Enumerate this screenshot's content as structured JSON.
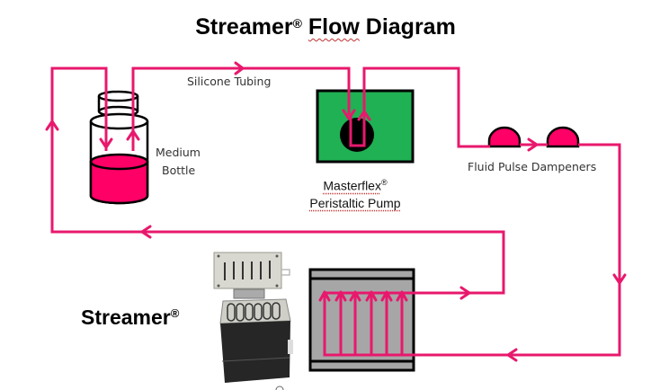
{
  "title": {
    "brand": "Streamer",
    "registered_mark": "®",
    "word_flow": "Flow",
    "word_diagram": "Diagram"
  },
  "labels": {
    "silicone_tubing": "Silicone Tubing",
    "medium_line1": "Medium",
    "medium_line2": "Bottle",
    "pump_line1": "Masterflex",
    "pump_mark": "®",
    "pump_line2": "Peristaltic Pump",
    "dampeners": "Fluid Pulse Dampeners",
    "streamer": "Streamer",
    "streamer_mark": "®"
  },
  "components": [
    {
      "id": "medium-bottle",
      "name": "Medium Bottle",
      "fill": "#ff0066"
    },
    {
      "id": "peristaltic-pump",
      "name": "Masterflex Peristaltic Pump",
      "fill": "#1fb153"
    },
    {
      "id": "pulse-dampener-1",
      "name": "Fluid Pulse Dampener",
      "fill": "#ff0066"
    },
    {
      "id": "pulse-dampener-2",
      "name": "Fluid Pulse Dampener",
      "fill": "#ff0066"
    },
    {
      "id": "streamer-chamber",
      "name": "Streamer flow chamber",
      "fill": "#a6a6a6"
    },
    {
      "id": "streamer-device",
      "name": "Streamer device photo"
    }
  ],
  "flow_path": [
    "Medium Bottle",
    "Masterflex Peristaltic Pump",
    "Fluid Pulse Dampeners",
    "Streamer flow chamber",
    "Medium Bottle"
  ],
  "colors": {
    "tubing": "#e8186d",
    "medium": "#ff0066",
    "pump": "#1fb153",
    "chamber": "#a6a6a6",
    "outline": "#000000"
  }
}
